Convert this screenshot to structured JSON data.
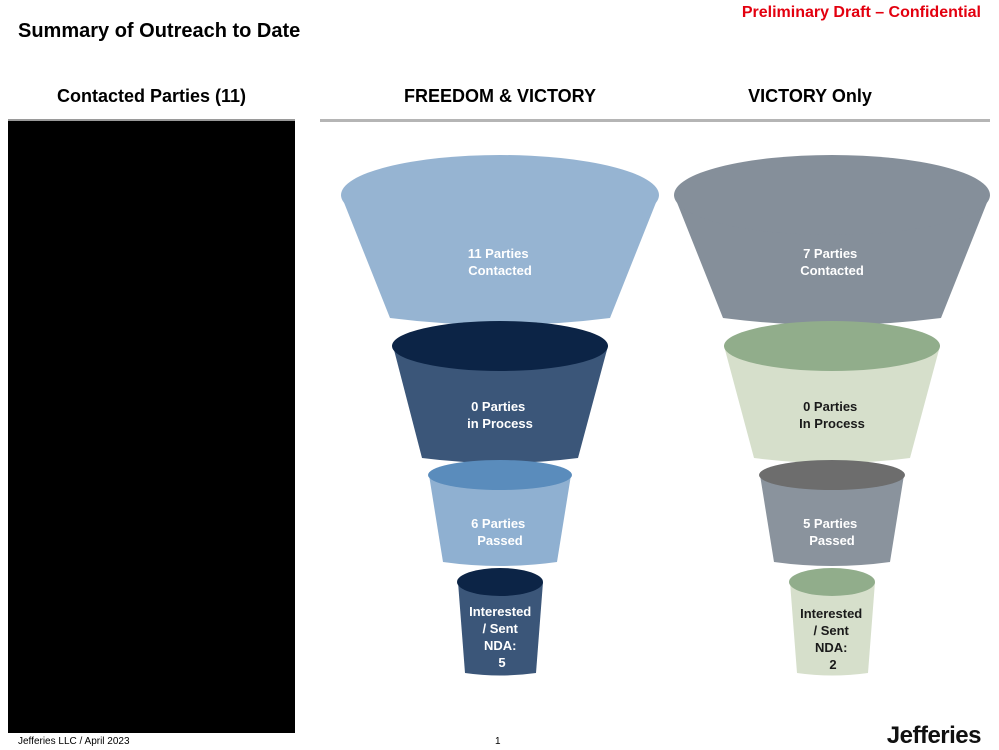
{
  "header": {
    "title": "Summary of Outreach to Date",
    "draft_label": "Preliminary Draft – Confidential"
  },
  "columns": {
    "left": "Contacted Parties (11)",
    "middle": "FREEDOM & VICTORY",
    "right": "VICTORY Only"
  },
  "funnel_freedom_victory": {
    "stages": [
      {
        "lines": [
          "11 Parties",
          "Contacted"
        ],
        "color_body": "#96b4d2",
        "color_top": "#96b4d2"
      },
      {
        "lines": [
          "0 Parties",
          "in Process"
        ],
        "color_body": "#3b5679",
        "color_top": "#0c2446"
      },
      {
        "lines": [
          "6 Parties",
          "Passed"
        ],
        "color_body": "#8fb0d1",
        "color_top": "#5a8cbc"
      },
      {
        "lines": [
          "Interested",
          "/ Sent",
          "NDA:",
          "5"
        ],
        "color_body": "#3b5679",
        "color_top": "#0c2446"
      }
    ]
  },
  "funnel_victory_only": {
    "stages": [
      {
        "lines": [
          "7 Parties",
          "Contacted"
        ],
        "color_body": "#858f9a",
        "color_top": "#858f9a"
      },
      {
        "lines": [
          "0 Parties",
          "In Process"
        ],
        "color_body": "#d6dfcb",
        "color_top": "#91ad8b"
      },
      {
        "lines": [
          "5 Parties",
          "Passed"
        ],
        "color_body": "#8a939d",
        "color_top": "#6d6d6d"
      },
      {
        "lines": [
          "Interested",
          "/ Sent",
          "NDA:",
          "2"
        ],
        "color_body": "#d6dfcb",
        "color_top": "#91ad8b"
      }
    ]
  },
  "footer": {
    "left": "Jefferies LLC  /  April 2023",
    "page": "1",
    "logo": "Jefferies"
  }
}
